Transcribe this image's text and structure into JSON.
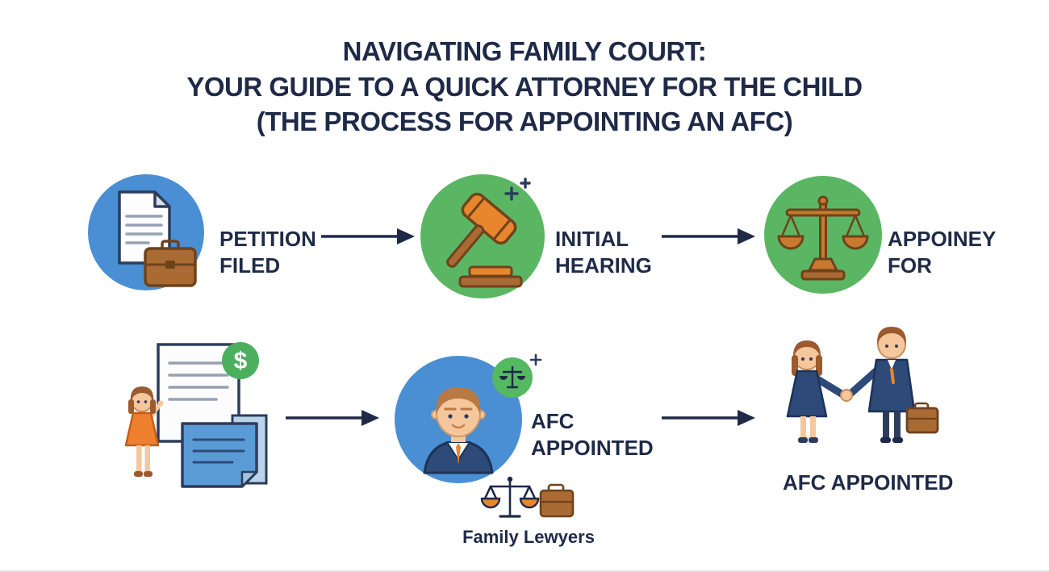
{
  "title": {
    "line1": "NAVIGATING FAMILY COURT:",
    "line2": "YOUR GUIDE TO A QUICK ATTORNEY FOR THE CHILD",
    "line3": "(THE PROCESS FOR APPOINTING AN AFC)"
  },
  "flow": {
    "row1": [
      {
        "label": "PETITION FILED",
        "icon": "document-briefcase-icon"
      },
      {
        "label": "INITIAL HEARING",
        "icon": "gavel-icon"
      },
      {
        "label": "APPOINEY FOR",
        "icon": "scales-of-justice-icon"
      }
    ],
    "row2": [
      {
        "label": "",
        "icon": "child-with-documents-icon"
      },
      {
        "label": "AFC APPOINTED",
        "icon": "attorney-icon",
        "caption": "Family Lewyers"
      },
      {
        "label": "AFC APPOINTED",
        "icon": "handshake-icon"
      }
    ]
  },
  "icons": {
    "dollar_sign": "$"
  },
  "colors": {
    "title_text": "#1e2a47",
    "blue_circle": "#4a8fd3",
    "green_circle": "#5bb663",
    "arrow": "#1e2a47",
    "orange_accent": "#e8862d",
    "brown_accent": "#aa6a33",
    "dollar_green": "#4caf5f",
    "suit_navy": "#2e4a78"
  }
}
